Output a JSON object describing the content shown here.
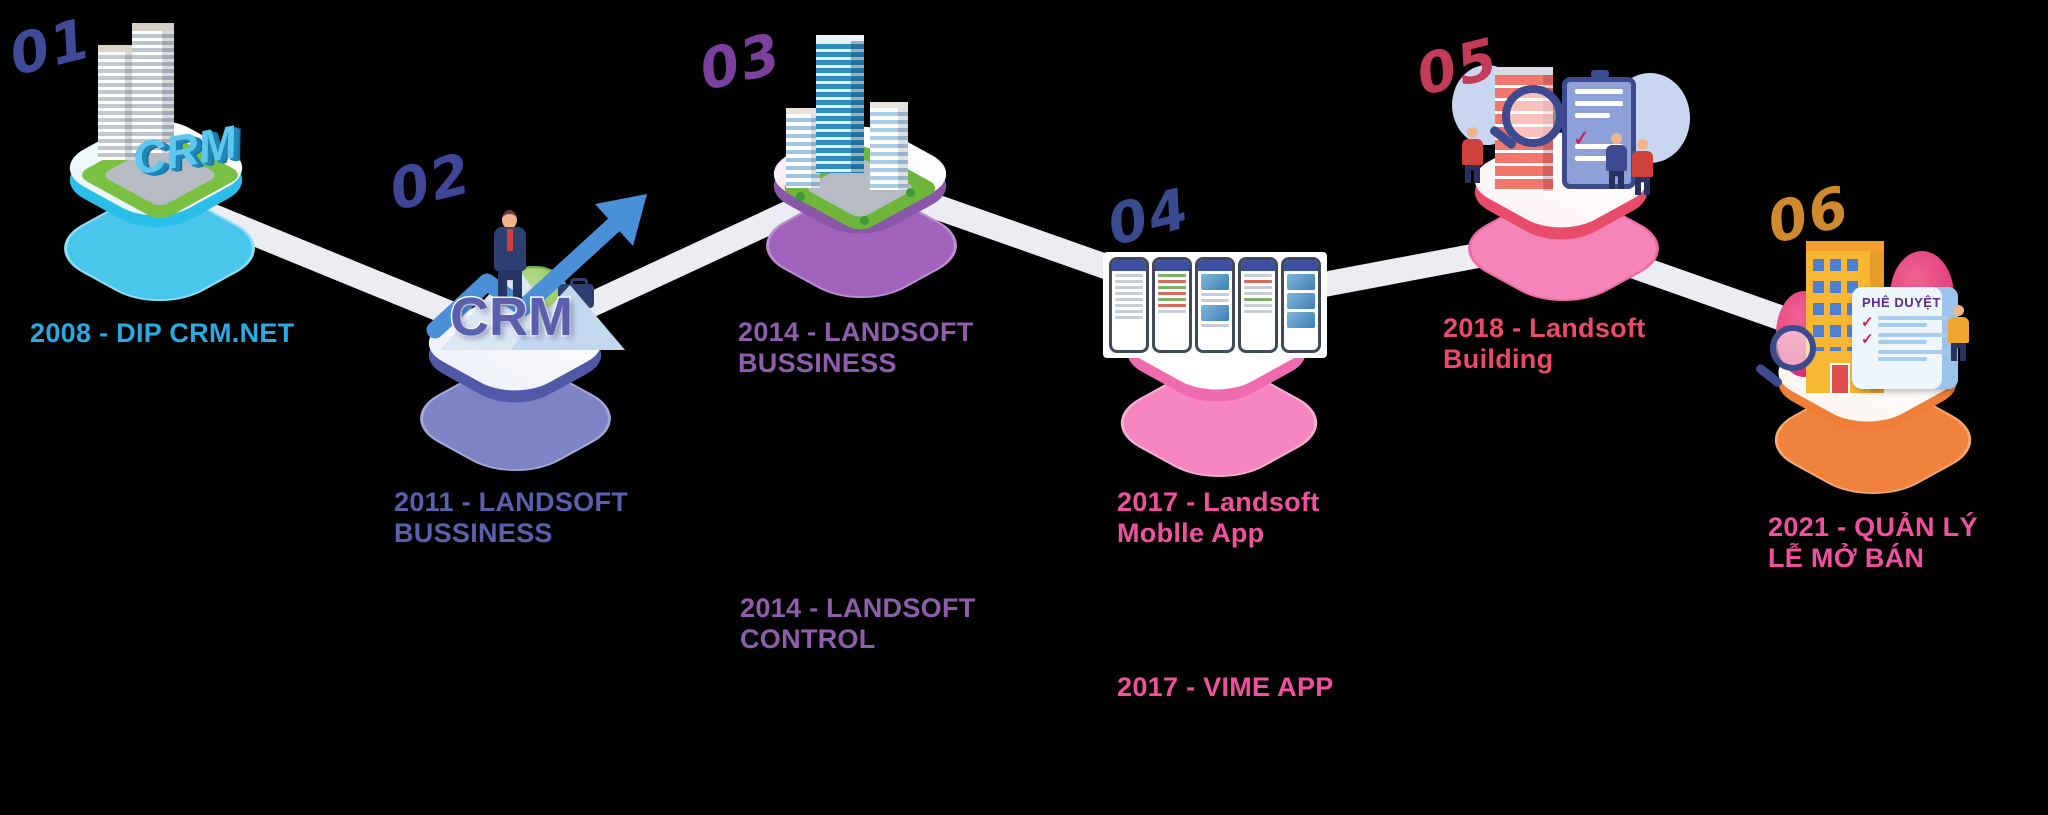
{
  "background_color": "#000000",
  "road_color": "#ebedf2",
  "milestones": [
    {
      "number": "01",
      "number_color": "#414a96",
      "accent": "#4ac6ed",
      "badge_text": "CRM",
      "illustration": "isometric-office-towers-with-crm-letters",
      "labels": [
        {
          "color": "#29abe2",
          "lines": [
            "2008 - DIP CRM.NET"
          ]
        }
      ]
    },
    {
      "number": "02",
      "number_color": "#3e4697",
      "accent": "#7e83c6",
      "badge_text": "CRM",
      "illustration": "businessman-growth-arrow-crm",
      "labels": [
        {
          "color": "#5a60ad",
          "lines": [
            "2011 - LANDSOFT",
            "BUSSINESS"
          ]
        }
      ]
    },
    {
      "number": "03",
      "number_color": "#7b3f9d",
      "accent": "#a263bc",
      "illustration": "isometric-skyscrapers",
      "labels": [
        {
          "color": "#8e5dab",
          "lines": [
            "2014 - LANDSOFT",
            "BUSSINESS"
          ]
        },
        {
          "color": "#8e5dab",
          "lines": [
            "2014 - LANDSOFT",
            "CONTROL"
          ]
        }
      ]
    },
    {
      "number": "04",
      "number_color": "#3a4a8f",
      "accent": "#f586bf",
      "illustration": "five-mobile-app-screens",
      "labels": [
        {
          "color": "#f0519e",
          "lines": [
            "2017 - Landsoft",
            "Moblle App"
          ]
        },
        {
          "color": "#f0519e",
          "lines": [
            "2017 - VIME APP"
          ]
        }
      ]
    },
    {
      "number": "05",
      "number_color": "#c23b58",
      "accent": "#f584b8",
      "illustration": "building-inspection-with-checklist",
      "labels": [
        {
          "color": "#ea4b68",
          "lines": [
            "2018 - Landsoft",
            "Building"
          ]
        }
      ]
    },
    {
      "number": "06",
      "number_color": "#cf8a2d",
      "accent": "#f0823d",
      "badge_text": "PHÊ DUYỆT",
      "illustration": "approval-document-and-building",
      "labels": [
        {
          "color": "#f0519e",
          "lines": [
            "2021 - QUẢN LÝ",
            "LỄ MỞ BÁN"
          ]
        }
      ]
    }
  ]
}
